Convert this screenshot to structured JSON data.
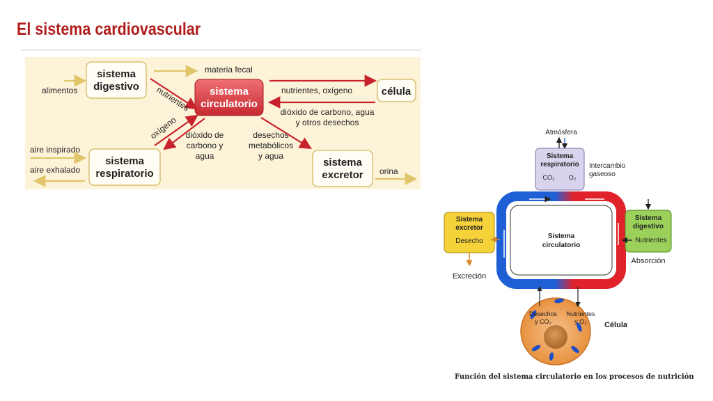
{
  "slide": {
    "title": "El sistema cardiovascular"
  },
  "left_diagram": {
    "boxes": {
      "digestivo": [
        "sistema",
        "digestivo"
      ],
      "circulatorio": [
        "sistema",
        "circulatorio"
      ],
      "celula": "célula",
      "respiratorio": [
        "sistema",
        "respiratorio"
      ],
      "excretor": [
        "sistema",
        "excretor"
      ]
    },
    "labels": {
      "materia_fecal": "materia fecal",
      "alimentos": "alimentos",
      "nutrientes_diag": "nutrientes",
      "nutrientes_oxigeno": "nutrientes, oxígeno",
      "dioxido_agua_otros": [
        "dióxido de carbono, agua",
        "y otros desechos"
      ],
      "oxigeno": "oxígeno",
      "dioxido_carbono_agua": [
        "dióxido de",
        "carbono y",
        "agua"
      ],
      "desechos_metabolicos": [
        "desechos",
        "metabólicos",
        "y agua"
      ],
      "aire_inspirado": "aire inspirado",
      "aire_exhalado": "aire exhalado",
      "orina": "orina"
    },
    "colors": {
      "panel": "#fdf3d8",
      "red_box": "#d9383e",
      "red_arrow": "#c8232c",
      "yellow_arrow": "#e1c56a"
    }
  },
  "right_diagram": {
    "atmosfera": "Atmósfera",
    "respiratorio": [
      "Sistema",
      "respiratorio"
    ],
    "co2": "CO₂",
    "o2": "O₂",
    "intercambio": [
      "Intercambio",
      "gaseoso"
    ],
    "excretor": [
      "Sistema",
      "excretor"
    ],
    "desecho": "Desecho",
    "circulatorio": [
      "Sistema",
      "circulatorio"
    ],
    "digestivo": [
      "Sistema",
      "digestivo"
    ],
    "nutrientes": "Nutrientes",
    "absorcion": "Absorción",
    "excrecion": "Excreción",
    "desechos_co2": [
      "Desechos",
      "y CO₂"
    ],
    "nutrientes_o2": [
      "Nutrientes",
      "y O₂"
    ],
    "celula": "Célula",
    "caption": "Función del sistema circulatorio en los procesos de nutrición",
    "colors": {
      "resp_box": "#d8d4ee",
      "excr_box": "#f6d23a",
      "dig_box": "#9bd05a",
      "cell": "#f1a45c",
      "blue": "#1f5fd6",
      "red": "#e0232b"
    }
  }
}
